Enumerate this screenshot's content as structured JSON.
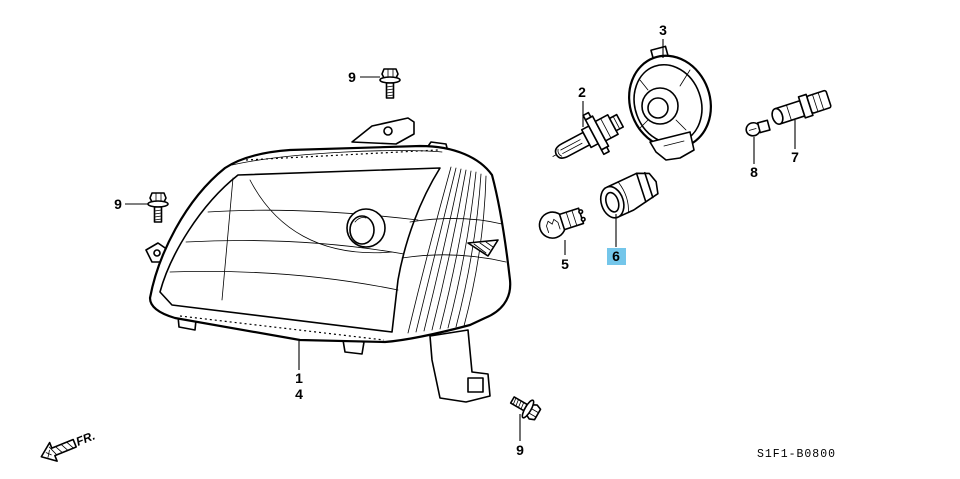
{
  "callouts": {
    "headlight_1": {
      "label": "1"
    },
    "headlight_4": {
      "label": "4"
    },
    "bulb_2": {
      "label": "2"
    },
    "socket_3": {
      "label": "3"
    },
    "bulb_5": {
      "label": "5"
    },
    "socket_6": {
      "label": "6",
      "highlighted": true
    },
    "socket_7": {
      "label": "7"
    },
    "bulb_8": {
      "label": "8"
    },
    "bolt_top_9": {
      "label": "9"
    },
    "bolt_left_9": {
      "label": "9"
    },
    "bolt_bottom_9": {
      "label": "9"
    }
  },
  "direction_label": "FR.",
  "diagram_code": "S1F1-B0800",
  "colors": {
    "line": "#000000",
    "background": "#ffffff",
    "highlight": "#74c6ea"
  }
}
